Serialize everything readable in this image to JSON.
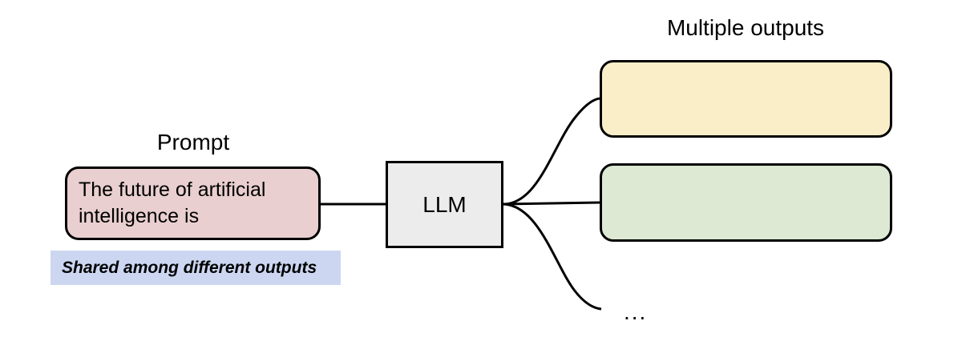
{
  "diagram": {
    "background_color": "#ffffff",
    "stroke_color": "#000000",
    "prompt": {
      "heading": "Prompt",
      "text": "The future of artificial intelligence is",
      "fill_color": "#e9cfcf"
    },
    "shared_note": {
      "text": "Shared among different outputs",
      "highlight_color": "#ccd6f0"
    },
    "model": {
      "label": "LLM",
      "fill_color": "#ececec"
    },
    "outputs": {
      "heading": "Multiple outputs",
      "items": [
        {
          "label": "",
          "fill_color": "#faeec8"
        },
        {
          "label": "",
          "fill_color": "#dde9d3"
        }
      ],
      "more_indicator": "..."
    }
  }
}
